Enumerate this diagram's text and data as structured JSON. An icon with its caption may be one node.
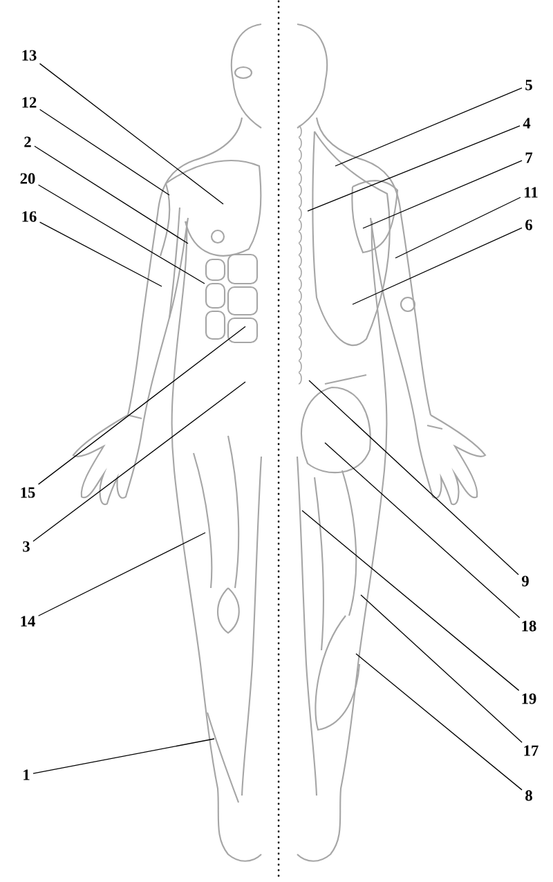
{
  "diagram": {
    "nodes": [
      {
        "text": [
          "13"
        ]
      },
      {
        "text": [
          "12"
        ]
      },
      {
        "text": [
          "2"
        ]
      },
      {
        "text": [
          "20"
        ]
      },
      {
        "text": [
          "16"
        ]
      },
      {
        "text": [
          "15"
        ]
      },
      {
        "text": [
          "3"
        ]
      },
      {
        "text": [
          "14"
        ]
      },
      {
        "text": [
          "1"
        ]
      },
      {
        "text": [
          "5"
        ]
      },
      {
        "text": [
          "4"
        ]
      },
      {
        "text": [
          "7"
        ]
      },
      {
        "text": [
          "11"
        ]
      },
      {
        "text": [
          "6"
        ]
      },
      {
        "text": [
          "9"
        ]
      },
      {
        "text": [
          "18"
        ]
      },
      {
        "text": [
          "19"
        ]
      },
      {
        "text": [
          "17"
        ]
      },
      {
        "text": [
          "8"
        ]
      }
    ],
    "edges": [
      {
        "from": 0,
        "to": null,
        "arrow": "none"
      },
      {
        "from": 1,
        "to": null,
        "arrow": "none"
      },
      {
        "from": 2,
        "to": null,
        "arrow": "none"
      },
      {
        "from": 3,
        "to": null,
        "arrow": "none"
      },
      {
        "from": 4,
        "to": null,
        "arrow": "none"
      },
      {
        "from": 5,
        "to": null,
        "arrow": "none"
      },
      {
        "from": 6,
        "to": null,
        "arrow": "none"
      },
      {
        "from": 7,
        "to": null,
        "arrow": "none"
      },
      {
        "from": 8,
        "to": null,
        "arrow": "none"
      },
      {
        "from": 9,
        "to": null,
        "arrow": "none"
      },
      {
        "from": 10,
        "to": null,
        "arrow": "none"
      },
      {
        "from": 11,
        "to": null,
        "arrow": "none"
      },
      {
        "from": 12,
        "to": null,
        "arrow": "none"
      },
      {
        "from": 13,
        "to": null,
        "arrow": "none"
      },
      {
        "from": 14,
        "to": null,
        "arrow": "none"
      },
      {
        "from": 15,
        "to": null,
        "arrow": "none"
      },
      {
        "from": 16,
        "to": null,
        "arrow": "none"
      },
      {
        "from": 17,
        "to": null,
        "arrow": "none"
      },
      {
        "from": 18,
        "to": null,
        "arrow": "none"
      }
    ]
  }
}
